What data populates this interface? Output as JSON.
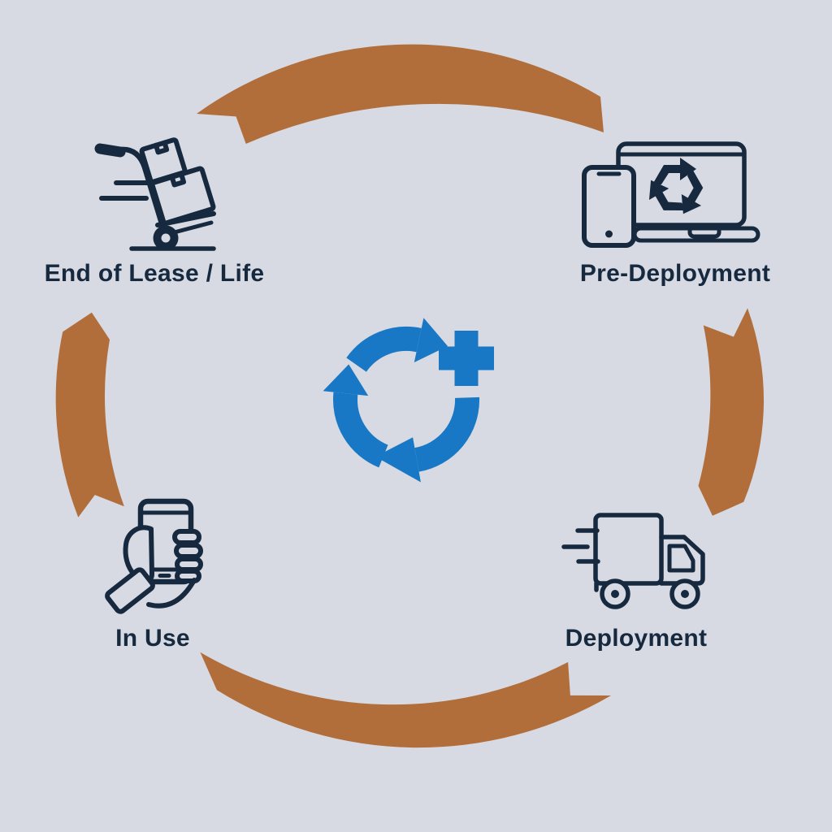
{
  "theme": {
    "bg": "#d7dae2",
    "orange": "#b16e3b",
    "navy": "#16293f",
    "blue": "#1878c5"
  },
  "center": {
    "icon": "renew-cycle-plus-icon"
  },
  "stages": [
    {
      "id": "pre-deployment",
      "label": "Pre-Deployment",
      "icon": "laptop-phone-recycle-icon",
      "position": "top-right"
    },
    {
      "id": "deployment",
      "label": "Deployment",
      "icon": "delivery-truck-icon",
      "position": "bottom-right"
    },
    {
      "id": "in-use",
      "label": "In Use",
      "icon": "hand-holding-phone-icon",
      "position": "bottom-left"
    },
    {
      "id": "end-of-lease-life",
      "label": "End of Lease / Life",
      "icon": "hand-truck-boxes-icon",
      "position": "top-left"
    }
  ],
  "cycle_arrows": [
    {
      "name": "top",
      "from": "End of Lease / Life",
      "to": "Pre-Deployment"
    },
    {
      "name": "right",
      "from": "Pre-Deployment",
      "to": "Deployment"
    },
    {
      "name": "bottom",
      "from": "Deployment",
      "to": "In Use"
    },
    {
      "name": "left",
      "from": "In Use",
      "to": "End of Lease / Life"
    }
  ]
}
